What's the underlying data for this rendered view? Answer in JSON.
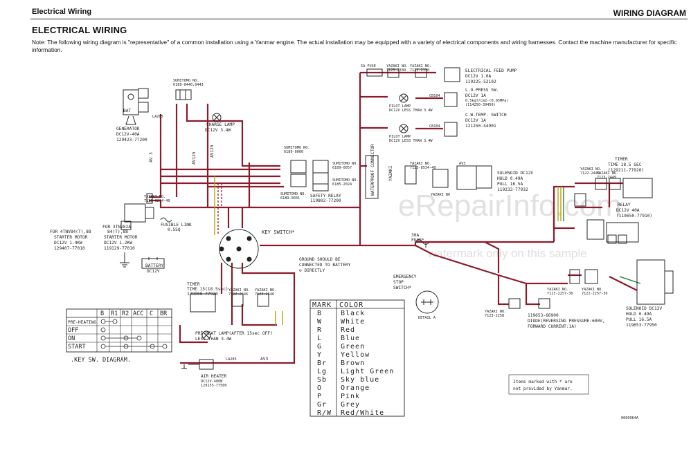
{
  "header": {
    "section": "Electrical Wiring",
    "chapter": "WIRING DIAGRAM"
  },
  "page": {
    "title": "ELECTRICAL WIRING",
    "note": "Note:  The following wiring diagram is \"representative\" of a common installation using a Yanmar engine. The actual installation may be equipped with a variety of electrical components and wiring harnesses. Contact the machine manufacturer for specific information."
  },
  "watermark": {
    "main": "eRepairInfo.com",
    "sub": "watermark only on this sample"
  },
  "colors": {
    "wire": "#8b1a2b",
    "ink": "#222222"
  },
  "labels": {
    "generator": [
      "GENERATOR",
      "DC12V-40A",
      "129423-77200"
    ],
    "bat": "BAT",
    "la205": "LA205",
    "sumitomo1": [
      "SUMITOMO NO.",
      "6189-0440,0443"
    ],
    "charge_lamp": [
      "CHARGE LAMP",
      "DC12V 3.4W"
    ],
    "av3": "AV 3",
    "av125": "AV125",
    "av125b": "AV125",
    "yazaki_small": [
      "YAZAKI NO.",
      "7123-6214-40"
    ],
    "fusible_link": [
      "FUSIBLE LINK",
      "0.5SQ"
    ],
    "starter_4tnv": [
      "FOR 4TNV84(T),88",
      "STARTER MOTOR",
      "DC12V 1.4KW",
      "129407-77010"
    ],
    "starter_3tnv": [
      "FOR 3TNV82A",
      "84(T),88",
      "STARTER MOTOR",
      "DC12V 1.2KW",
      "119129-77010"
    ],
    "battery": [
      "BATTERY",
      "DC12V"
    ],
    "sumitomo2": [
      "SUMITOMO NO.",
      "6189-0060"
    ],
    "sumitomo3": [
      "SUMITOMO NO.",
      "6189-0031"
    ],
    "sumitomo4": [
      "SUMITOMO NO.",
      "6189-0057"
    ],
    "sumitomo5": [
      "SUMITOMO NO.",
      "6185-2024"
    ],
    "safety_relay": [
      "SAFETY RELAY",
      "119802-77200"
    ],
    "key_switch": "KEY SWITCH*",
    "fuse5a": "5A FUSE",
    "yazaki_fuse": [
      "YAZAKI NO.",
      "7123-2330"
    ],
    "yazaki_fuse2": [
      "YAZAKI NO.",
      "7122-2130"
    ],
    "elec_pump": [
      "ELECTRICAL FEED PUMP",
      "DC12V 1.0A",
      "119225-52102"
    ],
    "cb104a": "CB104",
    "cb104b": "CB104",
    "lo_press": [
      "L.O.PRESS SW.",
      "DC12V 1A",
      "0.5kgf/cm2-(0.05MPa)",
      "(114250-39450)"
    ],
    "pilot1": [
      "PILOT LAMP",
      "DC12V LESS THAN 3.4W"
    ],
    "pilot2": [
      "PILOT LAMP",
      "DC12V LESS THAN 3.4W"
    ],
    "c_w_temp": [
      "C.W.TEMP. SWITCH",
      "DC12V 1A",
      "121250-44901"
    ],
    "waterproof": "WATERPROOF CONNECTOR",
    "yazaki_vert": "YAZAKI",
    "yazaki_conn": [
      "YAZAKI NO.",
      "7123-8534-40"
    ],
    "solenoid1": [
      "SOLENOID DC12V",
      "HOLD 0.49A",
      "PULL 16.5A",
      "119233-77932"
    ],
    "yazaki_b0": "YAZAKI BO",
    "av3_a": "AV3",
    "timer_top": [
      "TIMER",
      "TIME 18.5 SEC",
      "(129211-77920)"
    ],
    "yazaki_top": [
      "YAZAKI NO.",
      "7122-2449"
    ],
    "yazaki_top2": [
      "YAZAKI NO.",
      "7123-2449"
    ],
    "relay": [
      "RELAY",
      "DC12V 40A",
      "(119650-77910)"
    ],
    "fuse30a": [
      "30A",
      "FUSE*"
    ],
    "ground_note": [
      "GROUND SHOULD BE",
      "CONNECTED TO BATTERY",
      "⊖ DIRECTLY"
    ],
    "emergency": [
      "EMERGENCY",
      "STOP",
      "SWITCH*"
    ],
    "detail_a": "DETAIL A",
    "timer_left": [
      "TIMER",
      "TIME 15(18.5sec)",
      "128900-77920"
    ],
    "yazaki_t1": [
      "YAZAKI NO.",
      "7122-2546"
    ],
    "yazaki_t2": [
      "YAZAKI NO.",
      "7123-2546"
    ],
    "preheat_lamp": [
      "PRE-HEAT LAMP(AFTER 15sec OFF)",
      "LESS THAN 3.4W"
    ],
    "air_heater": [
      "AIR HEATER",
      "DC12V-400W",
      "129155-77500"
    ],
    "la205b": "LA205",
    "av3_b": "AV3",
    "diode": [
      "YAZAKI NO.",
      "7123-2258",
      "119653-66900",
      "DIODE(REVERSING PRESSURE:600V,",
      "FORWARD CURRENT:1A)"
    ],
    "solenoid2": [
      "SOLENOID DC12V",
      "HOLD 0.49A",
      "PULL 16.5A",
      "119653-77950"
    ],
    "yazaki_r1": [
      "YAZAKI NO.",
      "7123-2257-30"
    ],
    "yazaki_r2": [
      "YAZAKI NO.",
      "7122-2257-30"
    ],
    "not_provided": [
      "Items marked with * are",
      "not provided by Yanmar."
    ],
    "figure_id": "0000964A",
    "key_sw_diagram": ".KEY SW. DIAGRAM."
  },
  "key_switch_table": {
    "columns": [
      "B",
      "R1",
      "R2",
      "ACC",
      "C",
      "BR"
    ],
    "rows": [
      "PRE-HEATING",
      "OFF",
      "ON",
      "START"
    ]
  },
  "color_legend": {
    "headers": [
      "MARK",
      "COLOR"
    ],
    "rows": [
      [
        "B",
        "Black"
      ],
      [
        "W",
        "White"
      ],
      [
        "R",
        "Red"
      ],
      [
        "L",
        "Blue"
      ],
      [
        "G",
        "Green"
      ],
      [
        "Y",
        "Yellow"
      ],
      [
        "Br",
        "Brown"
      ],
      [
        "Lg",
        "Light Green"
      ],
      [
        "Sb",
        "Sky blue"
      ],
      [
        "O",
        "Orange"
      ],
      [
        "P",
        "Pink"
      ],
      [
        "Gr",
        "Grey"
      ],
      [
        "R/W",
        "Red/White"
      ]
    ]
  }
}
